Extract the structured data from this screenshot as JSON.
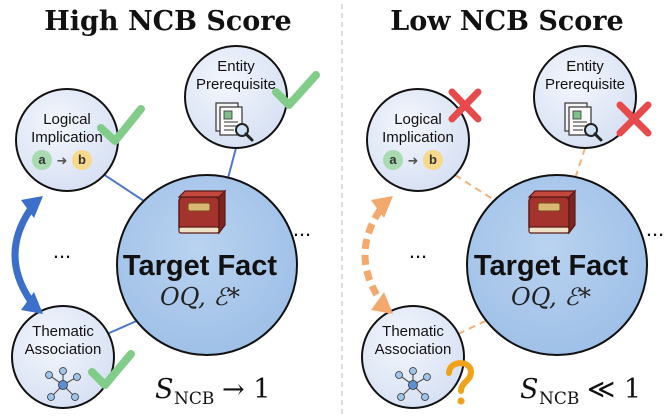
{
  "panels": [
    {
      "title": "High NCB Score",
      "target": {
        "label": "Target Fact",
        "formula": "OQ, ℰ*"
      },
      "nodes": {
        "logical": {
          "line1": "Logical",
          "line2": "Implication",
          "status": "check"
        },
        "entity": {
          "line1": "Entity",
          "line2": "Prerequisite",
          "status": "check"
        },
        "thematic": {
          "line1": "Thematic",
          "line2": "Association",
          "status": "check"
        }
      },
      "ellipsis": "...",
      "score": {
        "symbol": "S",
        "subscript": "NCB",
        "relation": "→ 1"
      }
    },
    {
      "title": "Low NCB Score",
      "target": {
        "label": "Target Fact",
        "formula": "OQ, ℰ*"
      },
      "nodes": {
        "logical": {
          "line1": "Logical",
          "line2": "Implication",
          "status": "cross"
        },
        "entity": {
          "line1": "Entity",
          "line2": "Prerequisite",
          "status": "cross"
        },
        "thematic": {
          "line1": "Thematic",
          "line2": "Association",
          "status": "question"
        }
      },
      "ellipsis": "...",
      "score": {
        "symbol": "S",
        "subscript": "NCB",
        "relation": "≪ 1"
      }
    }
  ],
  "icon_text": {
    "a": "a",
    "b": "b"
  },
  "colors": {
    "node_fill": "#dde6f5",
    "target_fill": "#a9c7ea",
    "high_link": "#4f79c4",
    "high_arrow": "#3c6fc9",
    "low_link": "#f1b27e",
    "low_arrow": "#f3a96d",
    "check": "#82cc8a",
    "cross": "#e64a4a",
    "question": "#f0a21a"
  }
}
